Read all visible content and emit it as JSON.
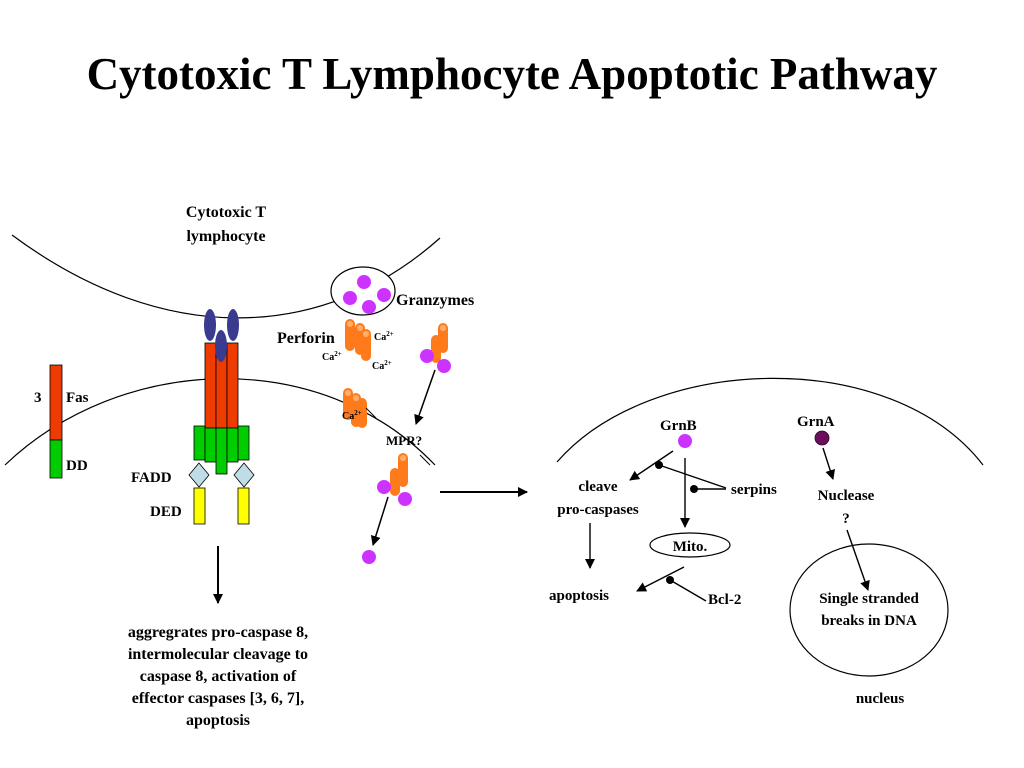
{
  "title": "Cytotoxic T Lymphocyte Apoptotic Pathway",
  "colors": {
    "fas_receptor": "#ee3b00",
    "death_domain": "#00cc00",
    "ded": "#ffff00",
    "fadd": "#bfdde6",
    "fas_ligand": "#3a3a8e",
    "granzyme_b": "#cc33ff",
    "granzyme_a": "#6a0f5a",
    "perforin": "#ff7a1a",
    "perforin_highlight": "#ffb070"
  },
  "labels": {
    "ctl_line1": "Cytotoxic T",
    "ctl_line2": "lymphocyte",
    "granzymes": "Granzymes",
    "perforin": "Perforin",
    "ca2_base": "Ca",
    "ca2_sup": "2+",
    "mpr": "MPR?",
    "fas_count": "3",
    "fas": "Fas",
    "dd": "DD",
    "fadd": "FADD",
    "ded": "DED",
    "grnb": "GrnB",
    "grna": "GrnA",
    "cleave": "cleave",
    "pro_caspases": "pro-caspases",
    "serpins": "serpins",
    "mito": "Mito.",
    "apoptosis": "apoptosis",
    "bcl2": "Bcl-2",
    "nuclease": "Nuclease",
    "question": "?",
    "single_stranded": "Single stranded",
    "breaks_in_dna": "breaks in DNA",
    "nucleus": "nucleus"
  },
  "caspase_text": [
    "aggregrates pro-caspase 8,",
    "intermolecular cleavage to",
    "caspase 8, activation of",
    "effector caspases [3, 6, 7],",
    "apoptosis"
  ]
}
